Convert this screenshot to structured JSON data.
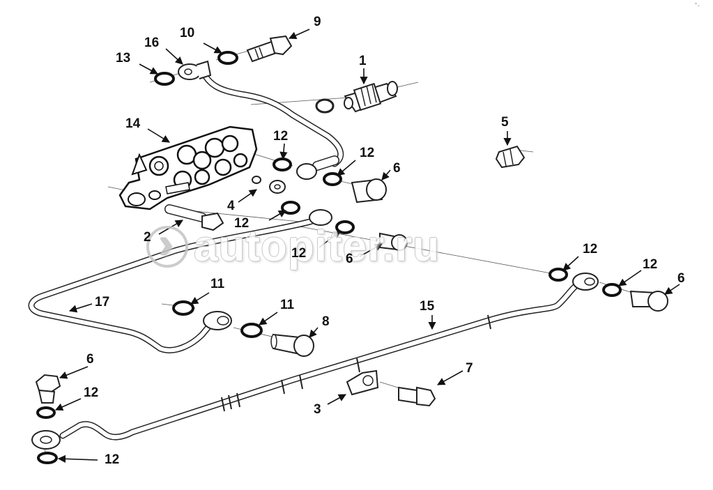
{
  "watermark": {
    "text": "autopiter.ru",
    "logo": "circle-arrow-logo"
  },
  "callouts": [
    {
      "id": "c9",
      "label": "9",
      "arrow_to": "banjo-bolt-top"
    },
    {
      "id": "c10",
      "label": "10",
      "arrow_to": "washer-top"
    },
    {
      "id": "c16",
      "label": "16",
      "arrow_to": "banjo-fitting-top"
    },
    {
      "id": "c13",
      "label": "13",
      "arrow_to": "washer-left-top"
    },
    {
      "id": "c1",
      "label": "1",
      "arrow_to": "connector-valve"
    },
    {
      "id": "c14",
      "label": "14",
      "arrow_to": "valve-block"
    },
    {
      "id": "c5",
      "label": "5",
      "arrow_to": "nut"
    },
    {
      "id": "c12a",
      "label": "12",
      "arrow_to": "washer-block-1"
    },
    {
      "id": "c12b",
      "label": "12",
      "arrow_to": "washer-block-2"
    },
    {
      "id": "c6a",
      "label": "6",
      "arrow_to": "bolt-block"
    },
    {
      "id": "c4",
      "label": "4",
      "arrow_to": "small-seal"
    },
    {
      "id": "c12c",
      "label": "12",
      "arrow_to": "washer-block-3"
    },
    {
      "id": "c2",
      "label": "2",
      "arrow_to": "fitting-nut"
    },
    {
      "id": "c12d",
      "label": "12",
      "arrow_to": "washer-mid"
    },
    {
      "id": "c6b",
      "label": "6",
      "arrow_to": "bolt-mid"
    },
    {
      "id": "c12e",
      "label": "12",
      "arrow_to": "washer-right-1"
    },
    {
      "id": "c12f",
      "label": "12",
      "arrow_to": "washer-right-2"
    },
    {
      "id": "c6c",
      "label": "6",
      "arrow_to": "bolt-right"
    },
    {
      "id": "c11a",
      "label": "11",
      "arrow_to": "washer-11-1"
    },
    {
      "id": "c11b",
      "label": "11",
      "arrow_to": "washer-11-2"
    },
    {
      "id": "c8",
      "label": "8",
      "arrow_to": "banjo-bolt-8"
    },
    {
      "id": "c17",
      "label": "17",
      "arrow_to": "pipe-17"
    },
    {
      "id": "c15",
      "label": "15",
      "arrow_to": "pipe-15"
    },
    {
      "id": "c6d",
      "label": "6",
      "arrow_to": "bolt-left"
    },
    {
      "id": "c12g",
      "label": "12",
      "arrow_to": "washer-left-1"
    },
    {
      "id": "c7",
      "label": "7",
      "arrow_to": "bracket-bolt"
    },
    {
      "id": "c3",
      "label": "3",
      "arrow_to": "bracket"
    },
    {
      "id": "c12h",
      "label": "12",
      "arrow_to": "washer-left-2"
    }
  ]
}
